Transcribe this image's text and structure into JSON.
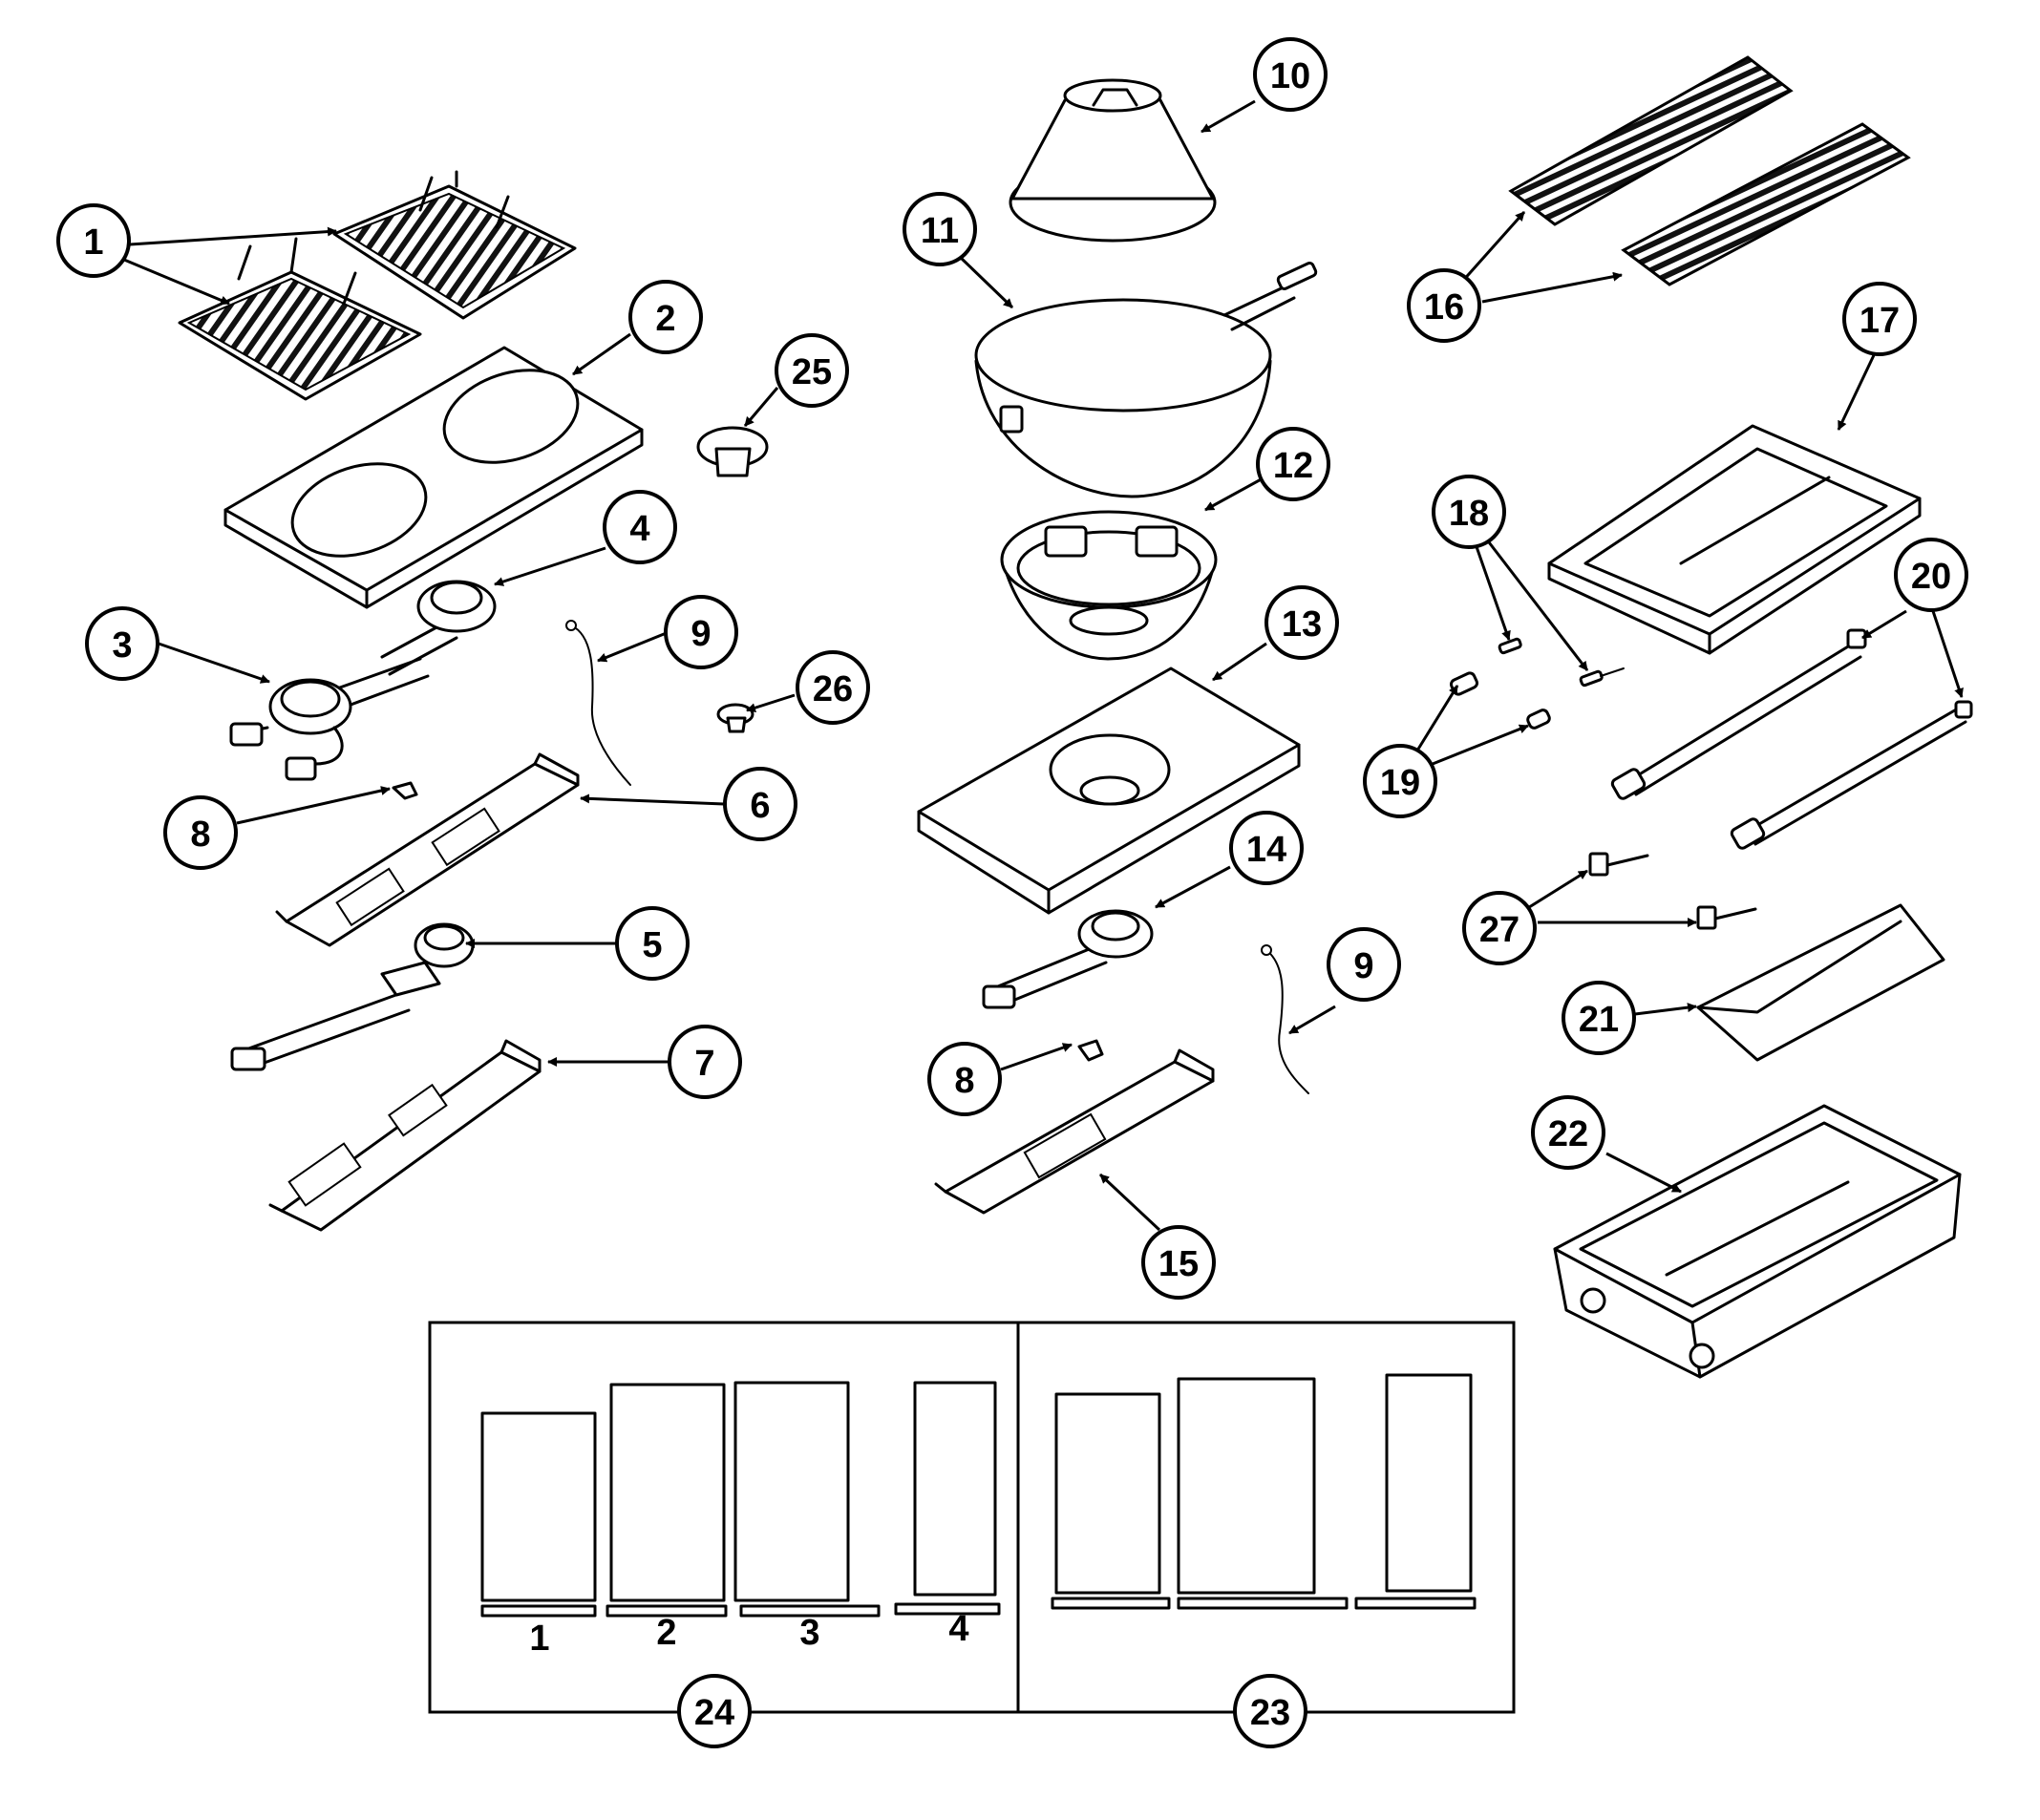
{
  "callouts": {
    "c1": "1",
    "c2": "2",
    "c3": "3",
    "c4": "4",
    "c5": "5",
    "c6": "6",
    "c7": "7",
    "c8a": "8",
    "c8b": "8",
    "c9a": "9",
    "c9b": "9",
    "c10": "10",
    "c11": "11",
    "c12": "12",
    "c13": "13",
    "c14": "14",
    "c15": "15",
    "c16": "16",
    "c17": "17",
    "c18": "18",
    "c19": "19",
    "c20": "20",
    "c21": "21",
    "c22": "22",
    "c23": "23",
    "c24": "24",
    "c25": "25",
    "c26": "26",
    "c27": "27"
  },
  "panel_labels": [
    "1",
    "2",
    "3",
    "4"
  ]
}
